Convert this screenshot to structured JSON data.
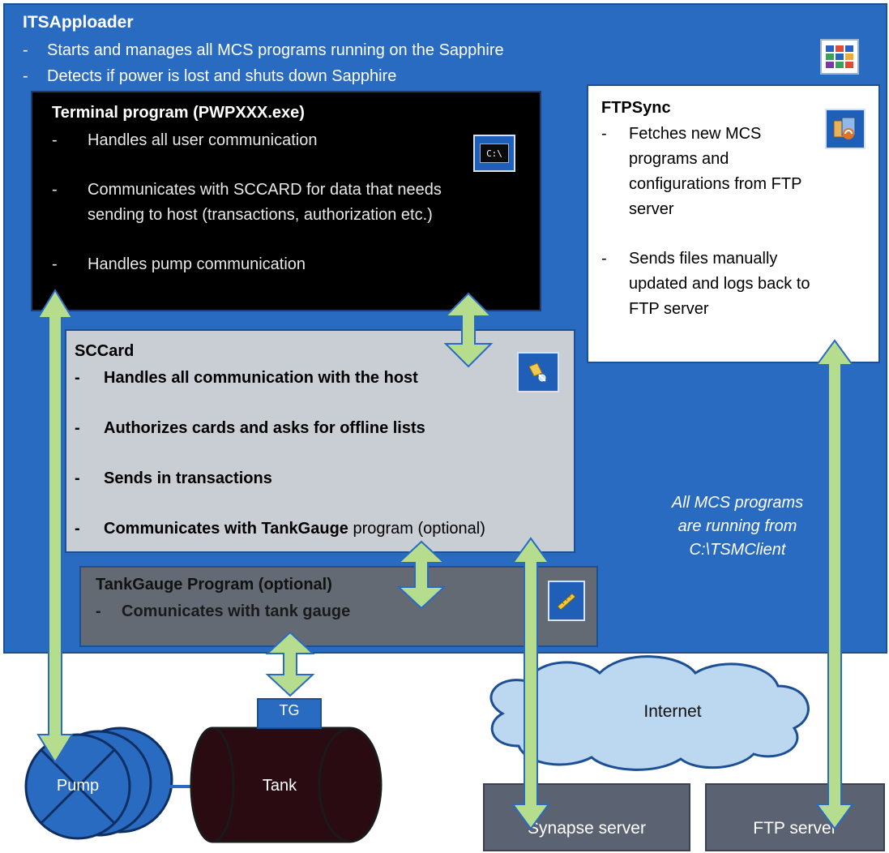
{
  "apploader": {
    "title": "ITSApploader",
    "bullets": [
      "Starts and manages all MCS programs running on the Sapphire",
      "Detects if power is lost and shuts down Sapphire"
    ],
    "icon": "grid-app-icon"
  },
  "terminal": {
    "title": "Terminal program (PWPXXX.exe)",
    "bullets": [
      "Handles all user communication",
      "Communicates with SCCARD for data that needs",
      "sending to host (transactions, authorization etc.)",
      "Handles pump communication"
    ],
    "icon_label": "C:\\",
    "icon": "console-icon"
  },
  "ftpsync": {
    "title": "FTPSync",
    "bullets": [
      "Fetches new MCS",
      "programs and",
      "configurations from FTP",
      "server",
      "Sends files manually",
      "updated and logs back to",
      "FTP server"
    ],
    "icon": "sync-icon"
  },
  "sccard": {
    "title": "SCCard",
    "bullets": [
      "Handles all communication with the host",
      "Authorizes cards and asks for offline lists",
      "Sends in transactions"
    ],
    "last_bullet_bold": "Communicates with TankGauge",
    "last_bullet_rest": " program (optional)",
    "icon": "card-key-icon"
  },
  "tankgauge": {
    "title": "TankGauge Program (optional)",
    "bullets": [
      "Comunicates with tank gauge"
    ],
    "icon": "ruler-icon"
  },
  "note": {
    "line1": "All MCS programs",
    "line2": "are running from",
    "line3": "C:\\TSMClient"
  },
  "nodes": {
    "pump": "Pump",
    "tank": "Tank",
    "tg": "TG",
    "internet": "Internet",
    "synapse_server": "Synapse server",
    "ftp_server": "FTP server"
  },
  "colors": {
    "container_blue": "#2a6bc2",
    "arrow_green": "#b6dc8e",
    "arrow_border": "#2a6bc2",
    "tank_fill": "#2a0b12",
    "cloud_fill": "#bcd7f0",
    "server_fill": "#5b6272"
  }
}
